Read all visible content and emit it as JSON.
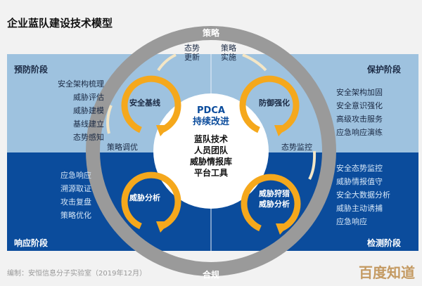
{
  "title": "企业蓝队建设技术模型",
  "ring": {
    "top": "策略",
    "bottom": "合规"
  },
  "arrows": {
    "top_left": "态势\n更新",
    "top_right": "策略\n实施",
    "left": "策略调优",
    "right": "态势监控"
  },
  "center": {
    "pdca": "PDCA",
    "pdca_sub": "持续改进",
    "lines": [
      "蓝队技术",
      "人员团队",
      "威胁情报库",
      "平台工具"
    ]
  },
  "loops": {
    "top_left": "安全基线",
    "top_right": "防御强化",
    "bottom_left": "威胁分析",
    "bottom_right": [
      "威胁狩猎",
      "威胁分析"
    ]
  },
  "stages": {
    "prevent": {
      "label": "预防阶段",
      "items": [
        "安全架构梳理",
        "威胁评估",
        "威胁建模",
        "基线建立",
        "态势感知"
      ]
    },
    "protect": {
      "label": "保护阶段",
      "items": [
        "安全架构加固",
        "安全意识强化",
        "高级攻击服务",
        "应急响应演练"
      ]
    },
    "respond": {
      "label": "响应阶段",
      "items": [
        "应急响应",
        "溯源取证",
        "攻击复盘",
        "策略优化"
      ]
    },
    "detect": {
      "label": "检测阶段",
      "items": [
        "安全态势监控",
        "威胁情报值守",
        "安全大数据分析",
        "威胁主动诱捕",
        "应急响应"
      ]
    }
  },
  "footer": "编制：安恒信息分子实验室（2019年12月）",
  "watermark": "百度知道",
  "colors": {
    "light_panel": "#9ec2df",
    "dark_panel": "#0b4c9c",
    "ring": "#9a9a9a",
    "loop": "#f5a81c"
  }
}
